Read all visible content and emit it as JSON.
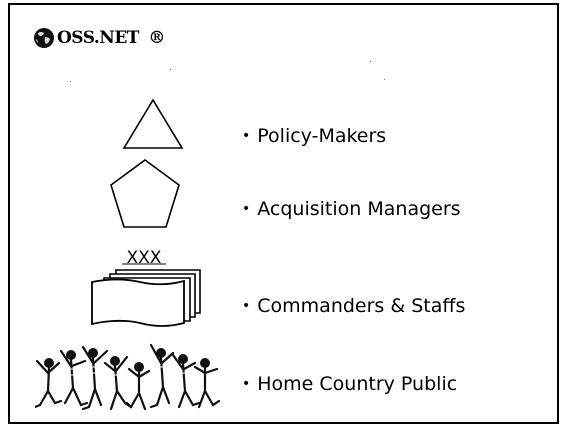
{
  "logo": {
    "text": "OSS.NET",
    "mark": "®",
    "icon": "globe-icon"
  },
  "items": [
    {
      "label": "Policy-Makers",
      "symbol": "triangle"
    },
    {
      "label": "Acquisition Managers",
      "symbol": "pentagon"
    },
    {
      "label": "Commanders & Staffs",
      "symbol": "xxx-flags"
    },
    {
      "label": "Home Country Public",
      "symbol": "dancing-figures"
    }
  ],
  "bullet_char": "•",
  "symbol_texts": {
    "xxx": "XXX"
  }
}
